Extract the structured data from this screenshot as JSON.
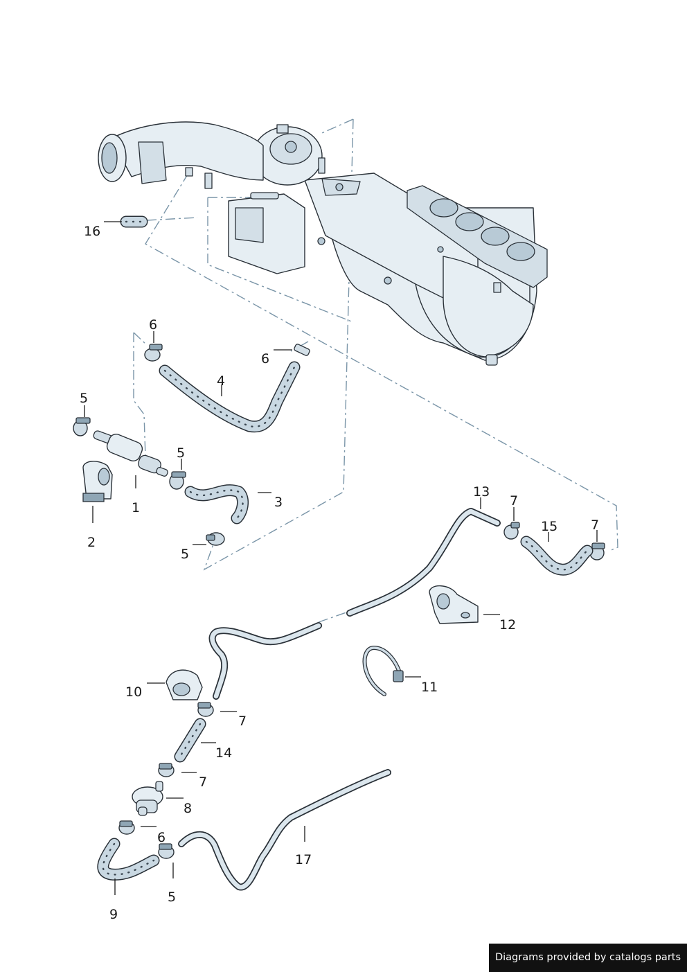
{
  "credit": "Diagrams provided by catalogs parts",
  "callouts": [
    {
      "id": "c16",
      "text": "16"
    },
    {
      "id": "c6a",
      "text": "6"
    },
    {
      "id": "c6b",
      "text": "6"
    },
    {
      "id": "c4",
      "text": "4"
    },
    {
      "id": "c5a",
      "text": "5"
    },
    {
      "id": "c5b",
      "text": "5"
    },
    {
      "id": "c3",
      "text": "3"
    },
    {
      "id": "c1",
      "text": "1"
    },
    {
      "id": "c2",
      "text": "2"
    },
    {
      "id": "c5c",
      "text": "5"
    },
    {
      "id": "c13",
      "text": "13"
    },
    {
      "id": "c7a",
      "text": "7"
    },
    {
      "id": "c15",
      "text": "15"
    },
    {
      "id": "c7b",
      "text": "7"
    },
    {
      "id": "c12",
      "text": "12"
    },
    {
      "id": "c10",
      "text": "10"
    },
    {
      "id": "c11",
      "text": "11"
    },
    {
      "id": "c7c",
      "text": "7"
    },
    {
      "id": "c14",
      "text": "14"
    },
    {
      "id": "c7d",
      "text": "7"
    },
    {
      "id": "c8",
      "text": "8"
    },
    {
      "id": "c6c",
      "text": "6"
    },
    {
      "id": "c17",
      "text": "17"
    },
    {
      "id": "c5d",
      "text": "5"
    },
    {
      "id": "c9",
      "text": "9"
    }
  ]
}
